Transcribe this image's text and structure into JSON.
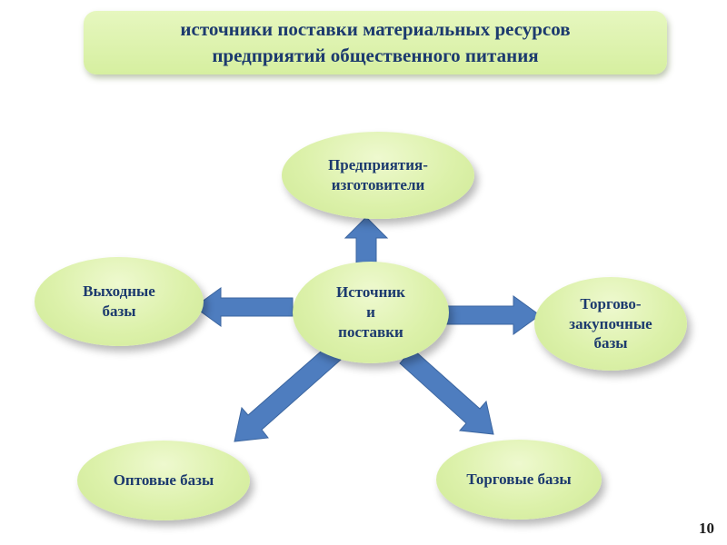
{
  "slide": {
    "title": "источники поставки материальных ресурсов\nпредприятий общественного питания",
    "page_number": "10"
  },
  "diagram": {
    "center": {
      "id": "supply-sources",
      "label": "Источник\nи\nпоставки"
    },
    "nodes": [
      {
        "id": "manufacturers",
        "label": "Предприятия-\nизготовители"
      },
      {
        "id": "vyhodnye-bazy",
        "label": "Выходные\nбазы"
      },
      {
        "id": "torgovo-zakupochnye",
        "label": "Торгово-\nзакупочные\nбазы"
      },
      {
        "id": "optovye-bazy",
        "label": "Оптовые базы"
      },
      {
        "id": "torgovye-bazy",
        "label": "Торговые базы"
      }
    ],
    "arrows": [
      "up",
      "left",
      "right",
      "down-left",
      "down-right"
    ],
    "colors": {
      "node_fill": "#dcf1aa",
      "title_fill": "#ddf2ad",
      "text": "#1c3a6e",
      "arrow": "#4e7dbf"
    }
  }
}
